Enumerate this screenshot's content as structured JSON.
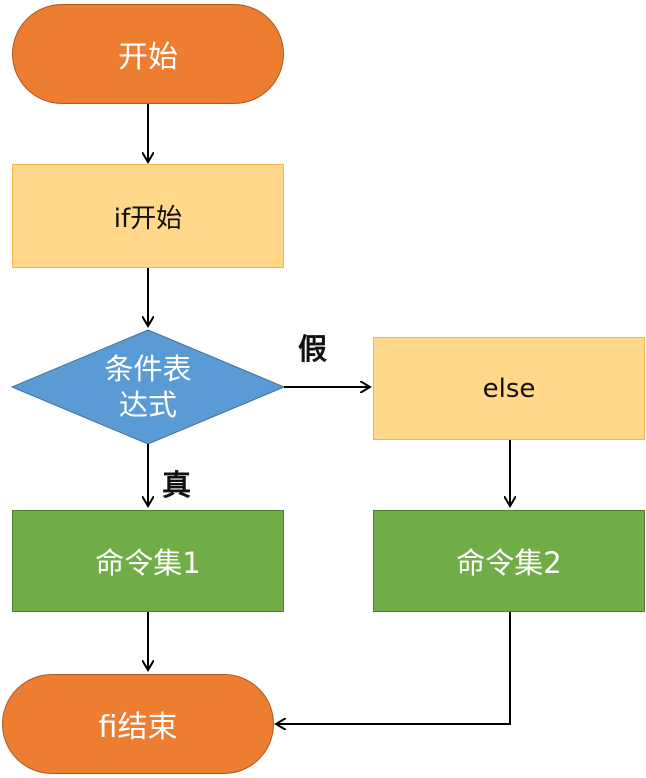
{
  "nodes": {
    "start": "开始",
    "if_start": "if开始",
    "condition_line1": "条件表",
    "condition_line2": "达式",
    "else": "else",
    "commands1": "命令集1",
    "commands2": "命令集2",
    "end": "fi结束"
  },
  "labels": {
    "false": "假",
    "true": "真"
  },
  "colors": {
    "terminal_fill": "#ED7D31",
    "process_yellow_fill": "#FFD88A",
    "decision_fill": "#5B9BD5",
    "process_green_fill": "#70AD47",
    "arrow": "#000000"
  }
}
